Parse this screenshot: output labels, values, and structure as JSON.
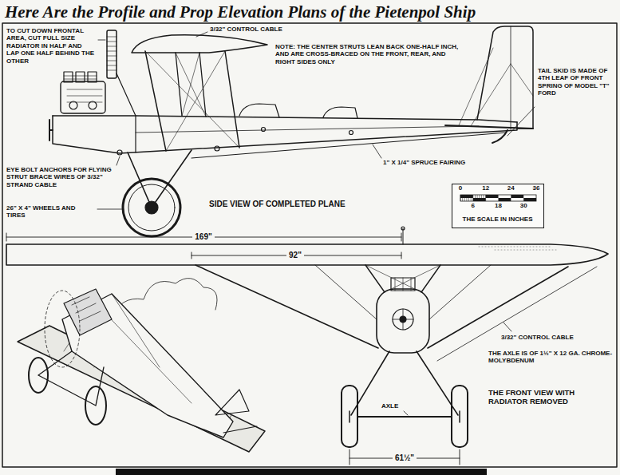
{
  "diagram": {
    "title": "Here Are the Profile and Prop Elevation Plans of the Pietenpol Ship",
    "nodes": [
      {
        "text": [
          "0",
          "12",
          "24",
          "36",
          "6",
          "18",
          "30",
          "THE SCALE IN INCHES"
        ]
      }
    ],
    "labels": [
      "TO CUT DOWN FRONTAL AREA, CUT FULL SIZE RADIATOR IN HALF AND LAP ONE HALF BEHIND THE OTHER",
      "3/32\" CONTROL CABLE",
      "NOTE: THE CENTER STRUTS LEAN BACK ONE-HALF INCH, AND ARE CROSS-BRACED ON THE FRONT, REAR, AND RIGHT SIDES ONLY",
      "TAIL SKID IS MADE OF 4TH LEAF OF FRONT SPRING OF MODEL \"T\" FORD",
      "1\" X 1/4\" SPRUCE FAIRING",
      "EYE BOLT ANCHORS FOR FLYING STRUT BRACE WIRES OF 3/32\" STRAND CABLE",
      "26\" X 4\" WHEELS AND TIRES",
      "SIDE VIEW OF COMPLETED PLANE",
      "169\"",
      "92\"",
      "3/32\" CONTROL CABLE",
      "THE AXLE IS OF 1½\" X 12 GA. CHROME-MOLYBDENUM",
      "AXLE",
      "THE FRONT VIEW WITH RADIATOR REMOVED",
      "61½\""
    ]
  }
}
